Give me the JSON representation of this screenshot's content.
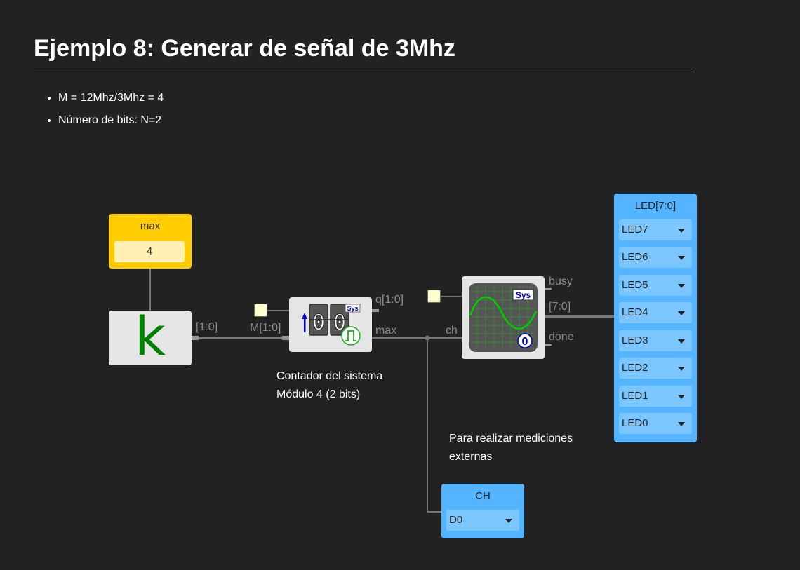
{
  "page": {
    "title": "Ejemplo 8: Generar de señal de 3Mhz",
    "bullets": [
      "M = 12Mhz/3Mhz = 4",
      "Número de bits: N=2"
    ]
  },
  "const_block": {
    "title": "max",
    "value": "4",
    "symbol": "k"
  },
  "counter": {
    "digits": [
      "0",
      "0"
    ],
    "badge": "Sys",
    "input_label": "M[1:0]",
    "output_q": "q[1:0]",
    "output_max": "max",
    "note_lines": [
      "Contador del sistema",
      "Módulo 4 (2 bits)"
    ]
  },
  "wire_labels": {
    "k_out": "[1:0]"
  },
  "sampler": {
    "input_ch": "ch",
    "badge": "Sys",
    "value": "0",
    "out_busy": "busy",
    "out_bus": "[7:0]",
    "out_done": "done"
  },
  "measure_note": [
    "Para realizar mediciones",
    "externas"
  ],
  "leds": {
    "title": "LED[7:0]",
    "items": [
      "LED7",
      "LED6",
      "LED5",
      "LED4",
      "LED3",
      "LED2",
      "LED1",
      "LED0"
    ]
  },
  "ch_pin": {
    "title": "CH",
    "value": "D0"
  },
  "colors": {
    "background": "#222222",
    "const_panel": "#ffcc00",
    "io_panel": "#55b4ff",
    "block": "#e5e5e5",
    "wire": "#777777",
    "k_symbol": "#008000",
    "signal": "#00cc00",
    "scope_grid": "#3f7a3f",
    "counter_arrow": "#0000cc"
  }
}
